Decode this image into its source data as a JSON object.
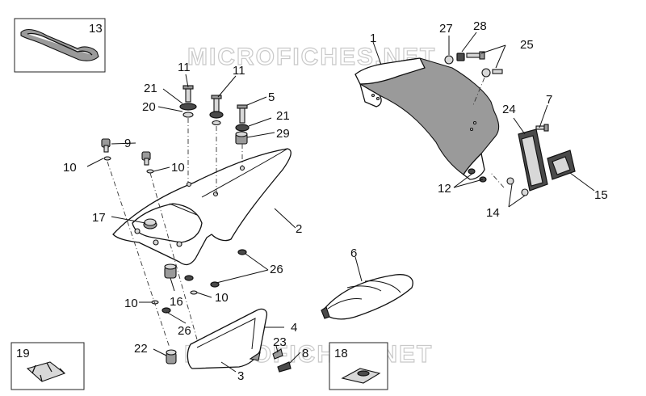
{
  "watermark": "MICROFICHES.NET",
  "callouts": {
    "c1": "1",
    "c2": "2",
    "c3": "3",
    "c4": "4",
    "c5": "5",
    "c6": "6",
    "c7": "7",
    "c8": "8",
    "c9": "9",
    "c10a": "10",
    "c10b": "10",
    "c10c": "10",
    "c10d": "10",
    "c11a": "11",
    "c11b": "11",
    "c12": "12",
    "c13": "13",
    "c14": "14",
    "c15": "15",
    "c16": "16",
    "c17": "17",
    "c18": "18",
    "c19": "19",
    "c20": "20",
    "c21a": "21",
    "c21b": "21",
    "c22": "22",
    "c23": "23",
    "c24": "24",
    "c25": "25",
    "c26a": "26",
    "c26b": "26",
    "c27": "27",
    "c28": "28",
    "c29": "29"
  }
}
